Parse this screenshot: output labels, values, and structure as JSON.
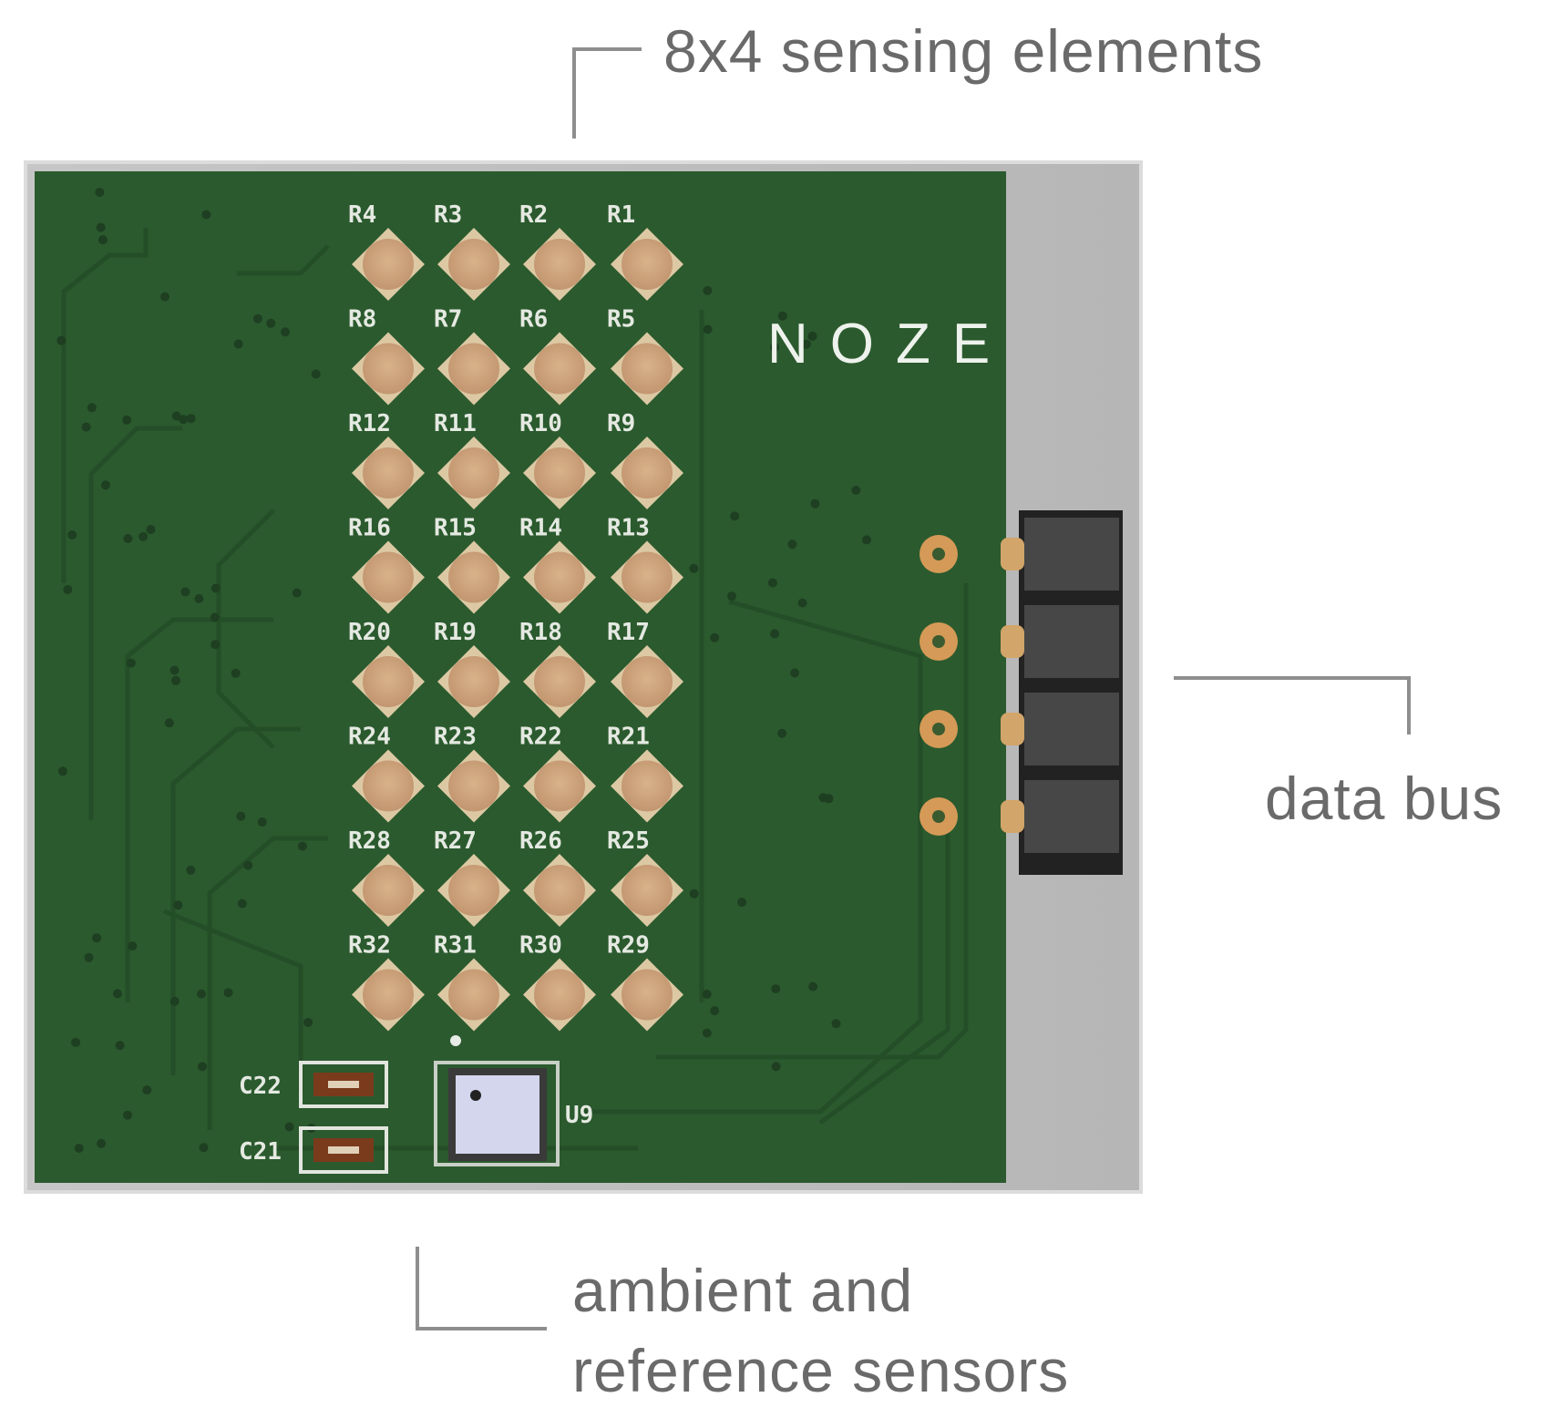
{
  "callouts": {
    "sensing_elements": "8x4 sensing elements",
    "data_bus": "data bus",
    "ambient_line1": "ambient and",
    "ambient_line2": "reference sensors"
  },
  "board": {
    "logo": "NOZE",
    "sensor_labels": [
      [
        "R4",
        "R3",
        "R2",
        "R1"
      ],
      [
        "R8",
        "R7",
        "R6",
        "R5"
      ],
      [
        "R12",
        "R11",
        "R10",
        "R9"
      ],
      [
        "R16",
        "R15",
        "R14",
        "R13"
      ],
      [
        "R20",
        "R19",
        "R18",
        "R17"
      ],
      [
        "R24",
        "R23",
        "R22",
        "R21"
      ],
      [
        "R28",
        "R27",
        "R26",
        "R25"
      ],
      [
        "R32",
        "R31",
        "R30",
        "R29"
      ]
    ],
    "capacitors": [
      "C22",
      "C21"
    ],
    "chip_label": "U9",
    "bus_pins": 4
  },
  "colors": {
    "board_green": "#2b5a2e",
    "pad_copper": "#cfa57c",
    "pad_ring": "#dcc9a4",
    "connector": "#444444",
    "frame_gray": "#bfbfbf",
    "chip": "#d4d6ee",
    "text_gray": "#6a6a6a"
  }
}
